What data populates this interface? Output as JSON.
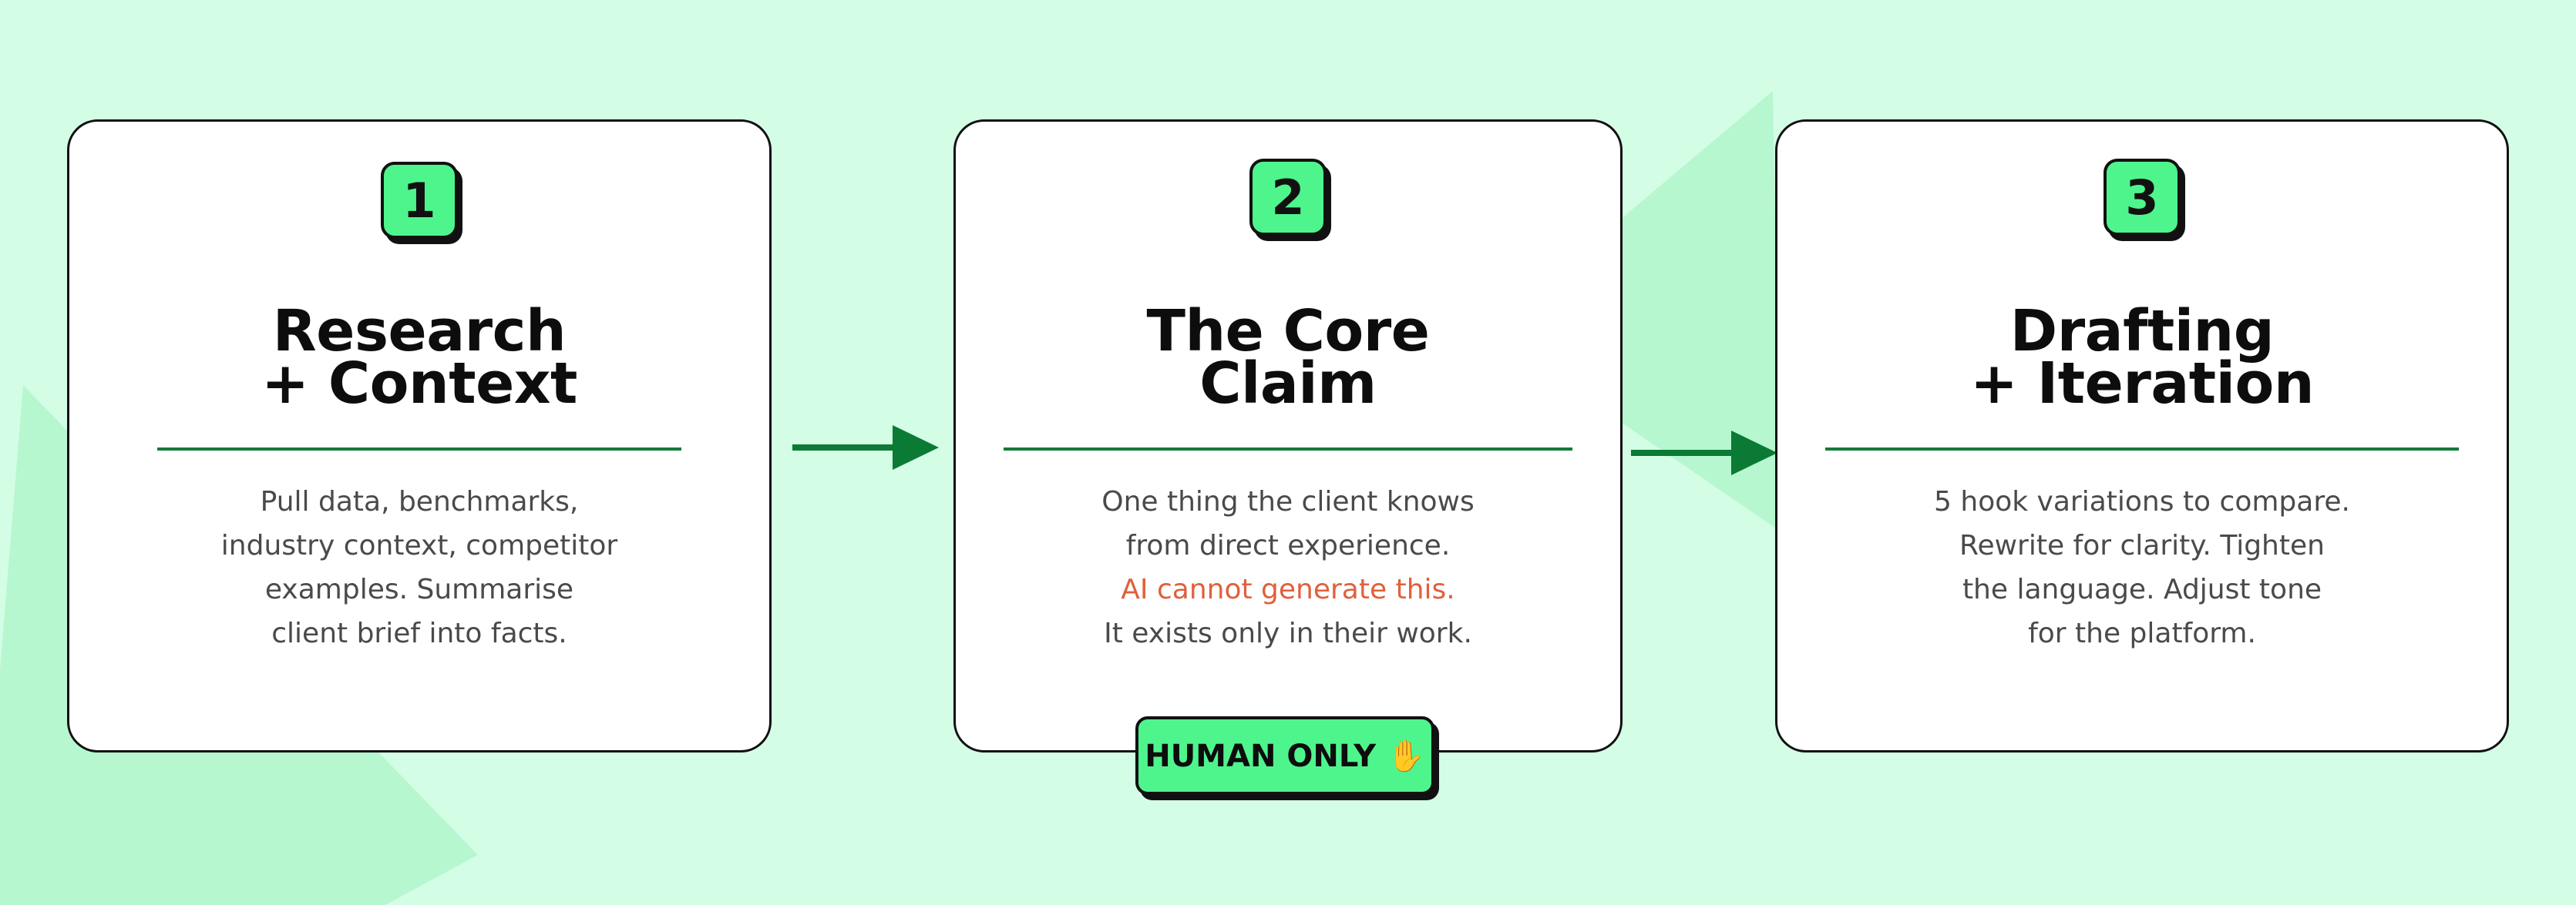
{
  "steps": [
    {
      "number": "1",
      "title_lines": [
        "Research",
        "+ Context"
      ],
      "lines": [
        "Pull data, benchmarks,",
        "industry context, competitor",
        "examples. Summarise",
        "client brief into facts."
      ]
    },
    {
      "number": "2",
      "title_lines": [
        "The Core",
        "Claim"
      ],
      "lines": [
        "One thing the client knows",
        "from direct experience.",
        "AI cannot generate this.",
        "It exists only in their work."
      ]
    },
    {
      "number": "3",
      "title_lines": [
        "Drafting",
        "+ Iteration"
      ],
      "lines": [
        "5 hook variations to compare.",
        "Rewrite for clarity. Tighten",
        "the language. Adjust tone",
        "for the platform."
      ]
    }
  ],
  "human_only_badge": "HUMAN ONLY ✋",
  "colors": {
    "background": "#d4fde6",
    "accent_green": "#4ef58d",
    "arrow_green": "#0a7a35",
    "warning_text": "#e0603c",
    "card_border": "#111111"
  }
}
